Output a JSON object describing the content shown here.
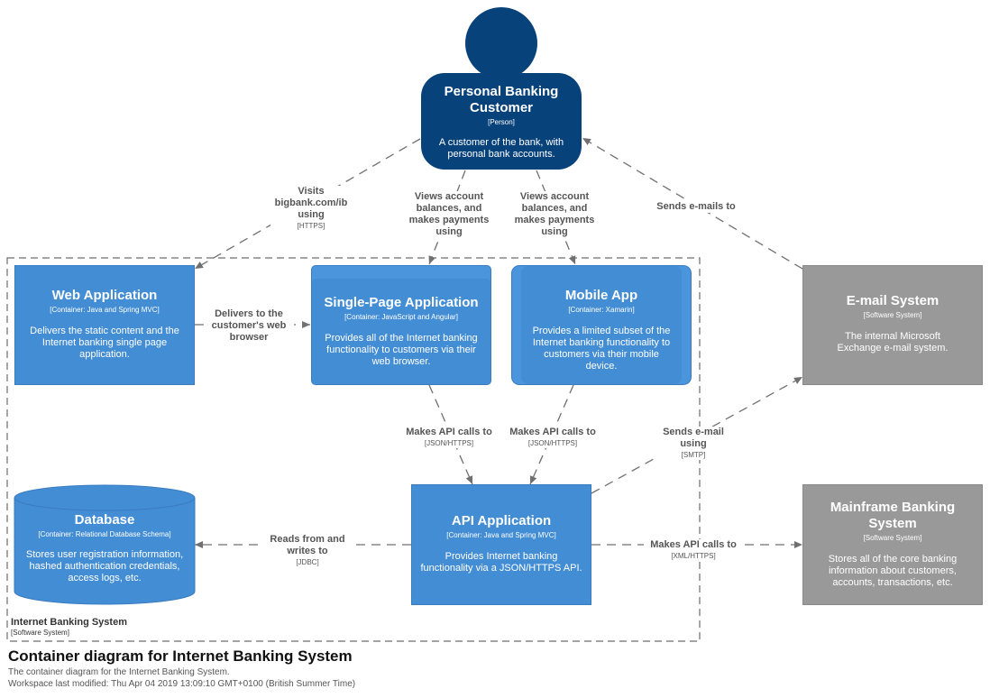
{
  "colors": {
    "person": "#08427b",
    "container": "#438dd5",
    "external": "#999999",
    "line": "#707070"
  },
  "person": {
    "name": "Personal Banking Customer",
    "kind": "[Person]",
    "desc": "A customer of the bank, with personal bank accounts."
  },
  "web_app": {
    "name": "Web Application",
    "kind": "[Container: Java and Spring MVC]",
    "desc": "Delivers the static content and the Internet banking single page application."
  },
  "spa": {
    "name": "Single-Page Application",
    "kind": "[Container: JavaScript and Angular]",
    "desc": "Provides all of the Internet banking functionality to customers via their web browser."
  },
  "mobile": {
    "name": "Mobile App",
    "kind": "[Container: Xamarin]",
    "desc": "Provides a limited subset of the Internet banking functionality to customers via their mobile device."
  },
  "email": {
    "name": "E-mail System",
    "kind": "[Software System]",
    "desc": "The internal Microsoft Exchange e-mail system."
  },
  "database": {
    "name": "Database",
    "kind": "[Container: Relational Database Schema]",
    "desc": "Stores user registration information, hashed authentication credentials, access logs, etc."
  },
  "api": {
    "name": "API Application",
    "kind": "[Container: Java and Spring MVC]",
    "desc": "Provides Internet banking functionality via a JSON/HTTPS API."
  },
  "mainframe": {
    "name": "Mainframe Banking System",
    "kind": "[Software System]",
    "desc": "Stores all of the core banking information about customers, accounts, transactions, etc."
  },
  "relations": {
    "visits": {
      "label": "Visits bigbank.com/ib using",
      "tech": "[HTTPS]"
    },
    "views_spa": {
      "label": "Views account balances, and makes payments using"
    },
    "views_mobile": {
      "label": "Views account balances, and makes payments using"
    },
    "sends_emails": {
      "label": "Sends e-mails to"
    },
    "delivers": {
      "label": "Delivers to the customer's web browser"
    },
    "spa_api": {
      "label": "Makes API calls to",
      "tech": "[JSON/HTTPS]"
    },
    "mobile_api": {
      "label": "Makes API calls to",
      "tech": "[JSON/HTTPS]"
    },
    "api_email": {
      "label": "Sends e-mail using",
      "tech": "[SMTP]"
    },
    "api_db": {
      "label": "Reads from and writes to",
      "tech": "[JDBC]"
    },
    "api_mainframe": {
      "label": "Makes API calls to",
      "tech": "[XML/HTTPS]"
    }
  },
  "boundary": {
    "name": "Internet Banking System",
    "kind": "[Software System]"
  },
  "footer": {
    "title": "Container diagram for Internet Banking System",
    "description": "The container diagram for the Internet Banking System.",
    "modified": "Workspace last modified: Thu Apr 04 2019 13:09:10 GMT+0100 (British Summer Time)"
  }
}
